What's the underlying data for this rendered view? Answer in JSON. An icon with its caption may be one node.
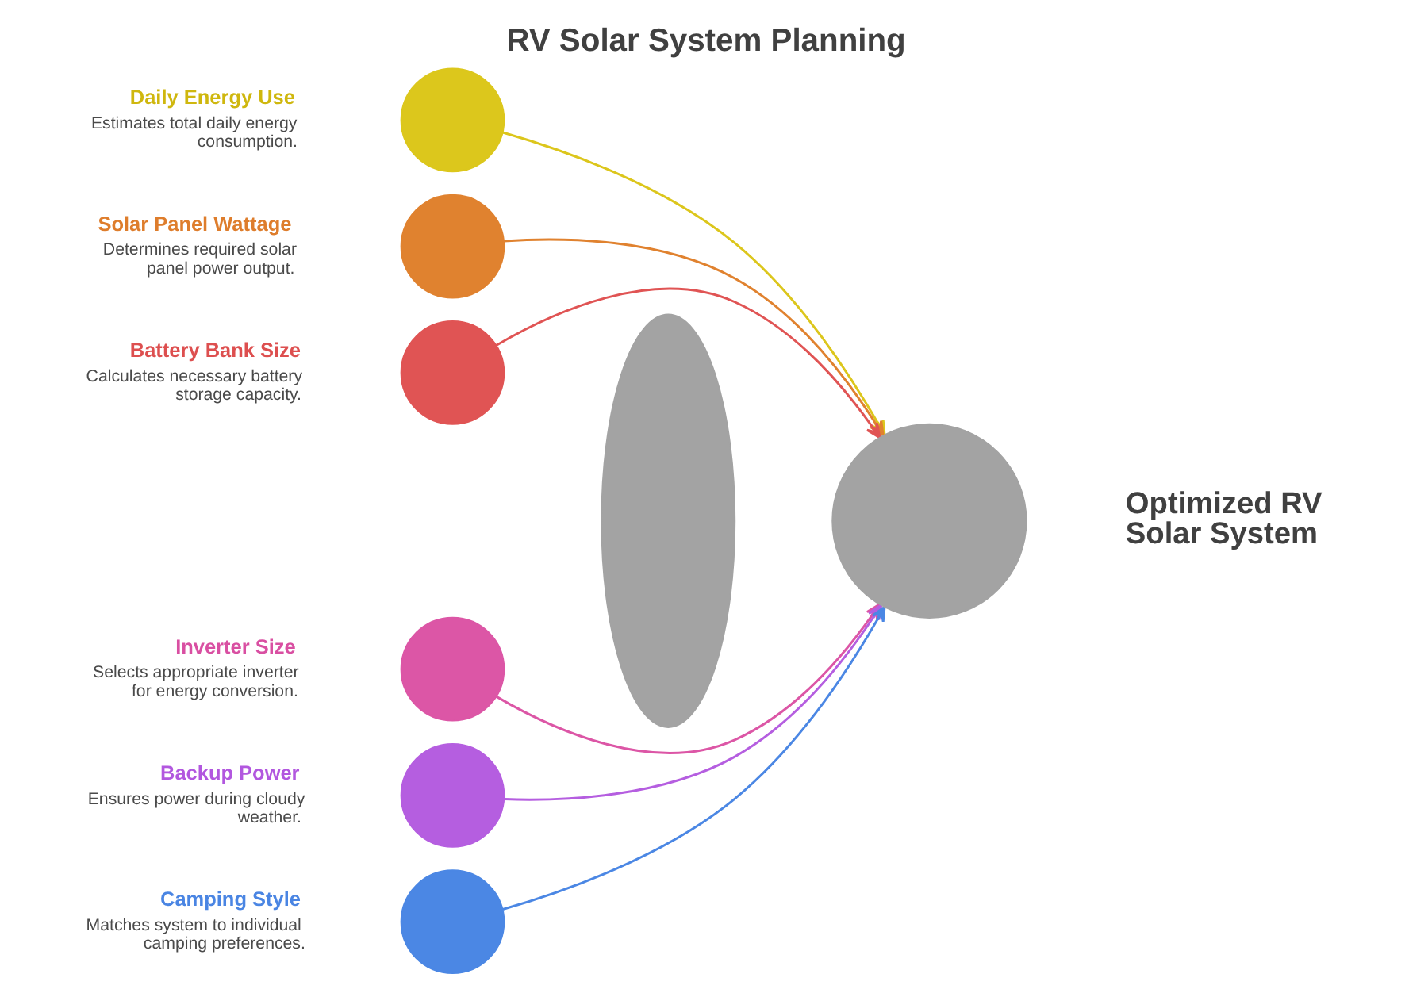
{
  "diagram": {
    "title": "RV Solar System Planning",
    "nodes": [
      {
        "text": [],
        "shape": "circle",
        "beside": [
          "Daily Energy Use",
          "Estimates total daily energy consumption."
        ]
      },
      {
        "text": [],
        "shape": "circle",
        "beside": [
          "Solar Panel Wattage",
          "Determines required solar panel power output."
        ]
      },
      {
        "text": [],
        "shape": "circle",
        "beside": [
          "Battery Bank Size",
          "Calculates necessary battery storage capacity."
        ]
      },
      {
        "text": [],
        "shape": "circle",
        "beside": [
          "Inverter Size",
          "Selects appropriate inverter for energy conversion."
        ]
      },
      {
        "text": [],
        "shape": "circle",
        "beside": [
          "Backup Power",
          "Ensures power during cloudy weather."
        ]
      },
      {
        "text": [],
        "shape": "circle",
        "beside": [
          "Camping Style",
          "Matches system to individual camping preferences."
        ]
      },
      {
        "text": [],
        "shape": "ellipse"
      },
      {
        "text": [],
        "shape": "circle",
        "beside": [
          "Optimized RV Solar System"
        ]
      }
    ],
    "edges": [
      {
        "from": 0,
        "to": 7,
        "arrow": "to",
        "color": "#dcc61c"
      },
      {
        "from": 1,
        "to": 7,
        "arrow": "to",
        "color": "#e0822f"
      },
      {
        "from": 2,
        "to": 7,
        "arrow": "to",
        "color": "#e05454"
      },
      {
        "from": 3,
        "to": 7,
        "arrow": "to",
        "color": "#dc56a6"
      },
      {
        "from": 4,
        "to": 7,
        "arrow": "to",
        "color": "#b55ee0"
      },
      {
        "from": 5,
        "to": 7,
        "arrow": "to",
        "color": "#4b87e4"
      }
    ]
  }
}
